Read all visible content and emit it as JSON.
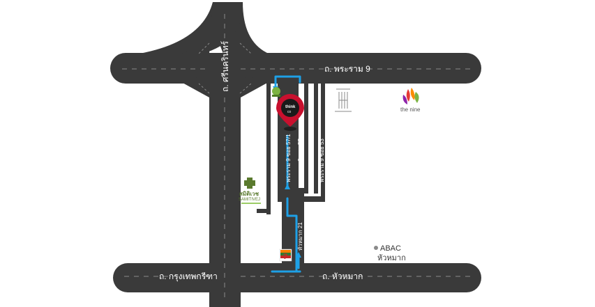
{
  "roads": {
    "rama9": "ถ. พระราม 9",
    "srinakarin": "ถ. ศรีนครินทร์",
    "krungthep_kreetha": "ถ. กรุงเทพกรีฑา",
    "hua_mak": "ถ. หัวหมาก",
    "soi_57_1": "พระราม 9 ซอย 57/1",
    "soi_57": "พระราม 9 ซอย 57",
    "soi_53": "พระราม 9 ซอย 53",
    "hua_mak_21": "หัวหมาก 21"
  },
  "pins": {
    "destination": "think",
    "destination_sub": "co"
  },
  "pois": {
    "abac_line1": "ABAC",
    "abac_line2": "หัวหมาก",
    "samitivej_th": "สมิติเวช",
    "samitivej_en": "SAMITIVEJ",
    "nine_logo_text": "the nine"
  },
  "colors": {
    "road": "#3a3a3a",
    "route": "#1ea0e6",
    "pin": "#c8102e",
    "dash": "#8a8a8a"
  }
}
